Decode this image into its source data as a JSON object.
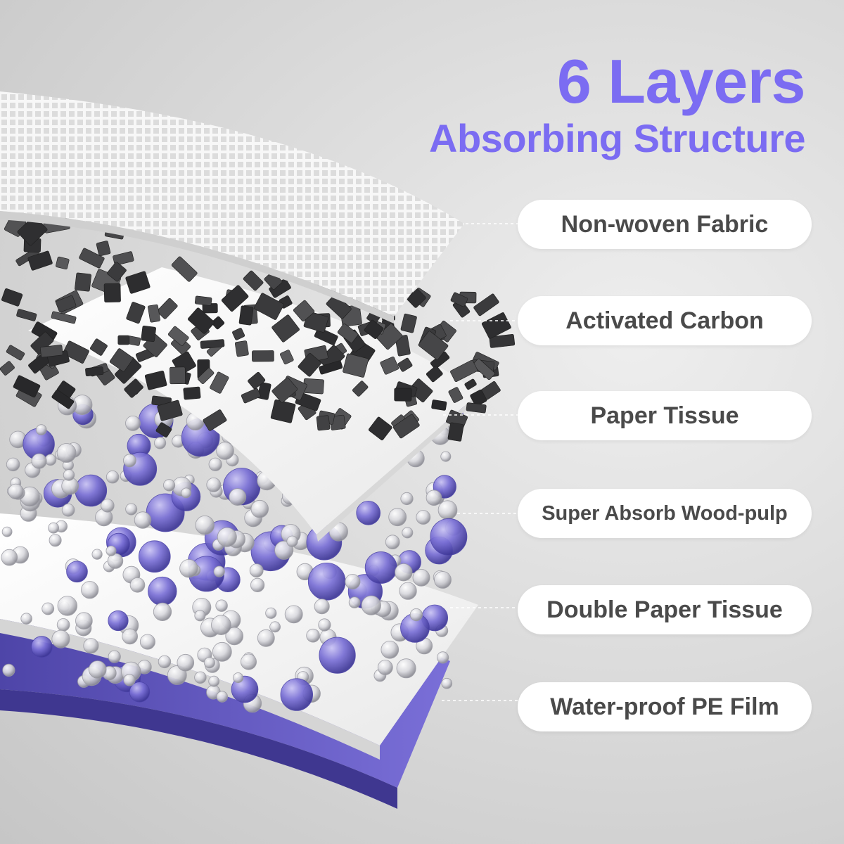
{
  "title": {
    "main": "6 Layers",
    "sub": "Absorbing Structure"
  },
  "colors": {
    "accent": "#7b6cf2",
    "pill_text": "#4a4a4a",
    "carbon": "#3c3c3c",
    "bead_purple": "#6b62c8",
    "pe_film": "#6a5fc4"
  },
  "layers": [
    {
      "label": "Non-woven Fabric"
    },
    {
      "label": "Activated Carbon"
    },
    {
      "label": "Paper Tissue"
    },
    {
      "label": "Super Absorb Wood-pulp"
    },
    {
      "label": "Double Paper Tissue"
    },
    {
      "label": "Water-proof PE Film"
    }
  ]
}
